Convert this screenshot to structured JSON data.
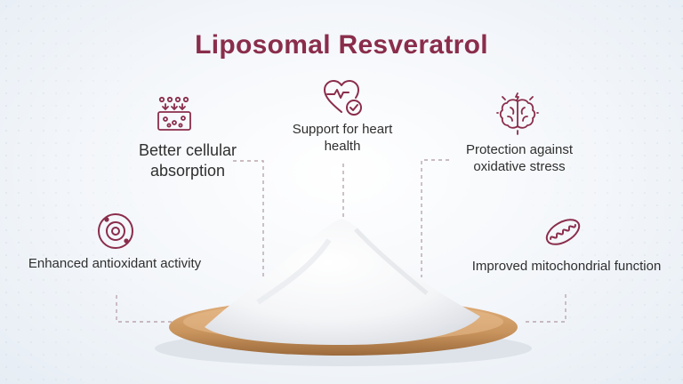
{
  "title": "Liposomal Resveratrol",
  "benefits": [
    {
      "label": "Better cellular absorption",
      "icon": "cell-absorption-icon"
    },
    {
      "label": "Support for heart health",
      "icon": "heart-check-icon"
    },
    {
      "label": "Protection against oxidative stress",
      "icon": "brain-stress-icon"
    },
    {
      "label": "Enhanced antioxidant activity",
      "icon": "antioxidant-cell-icon"
    },
    {
      "label": "Improved mitochondrial function",
      "icon": "mitochondria-icon"
    }
  ],
  "colors": {
    "accent": "#8a2d4b",
    "text": "#2f2f2f",
    "connector": "#b9a7ad",
    "dish": "#c8935c",
    "powder": "#ffffff"
  }
}
